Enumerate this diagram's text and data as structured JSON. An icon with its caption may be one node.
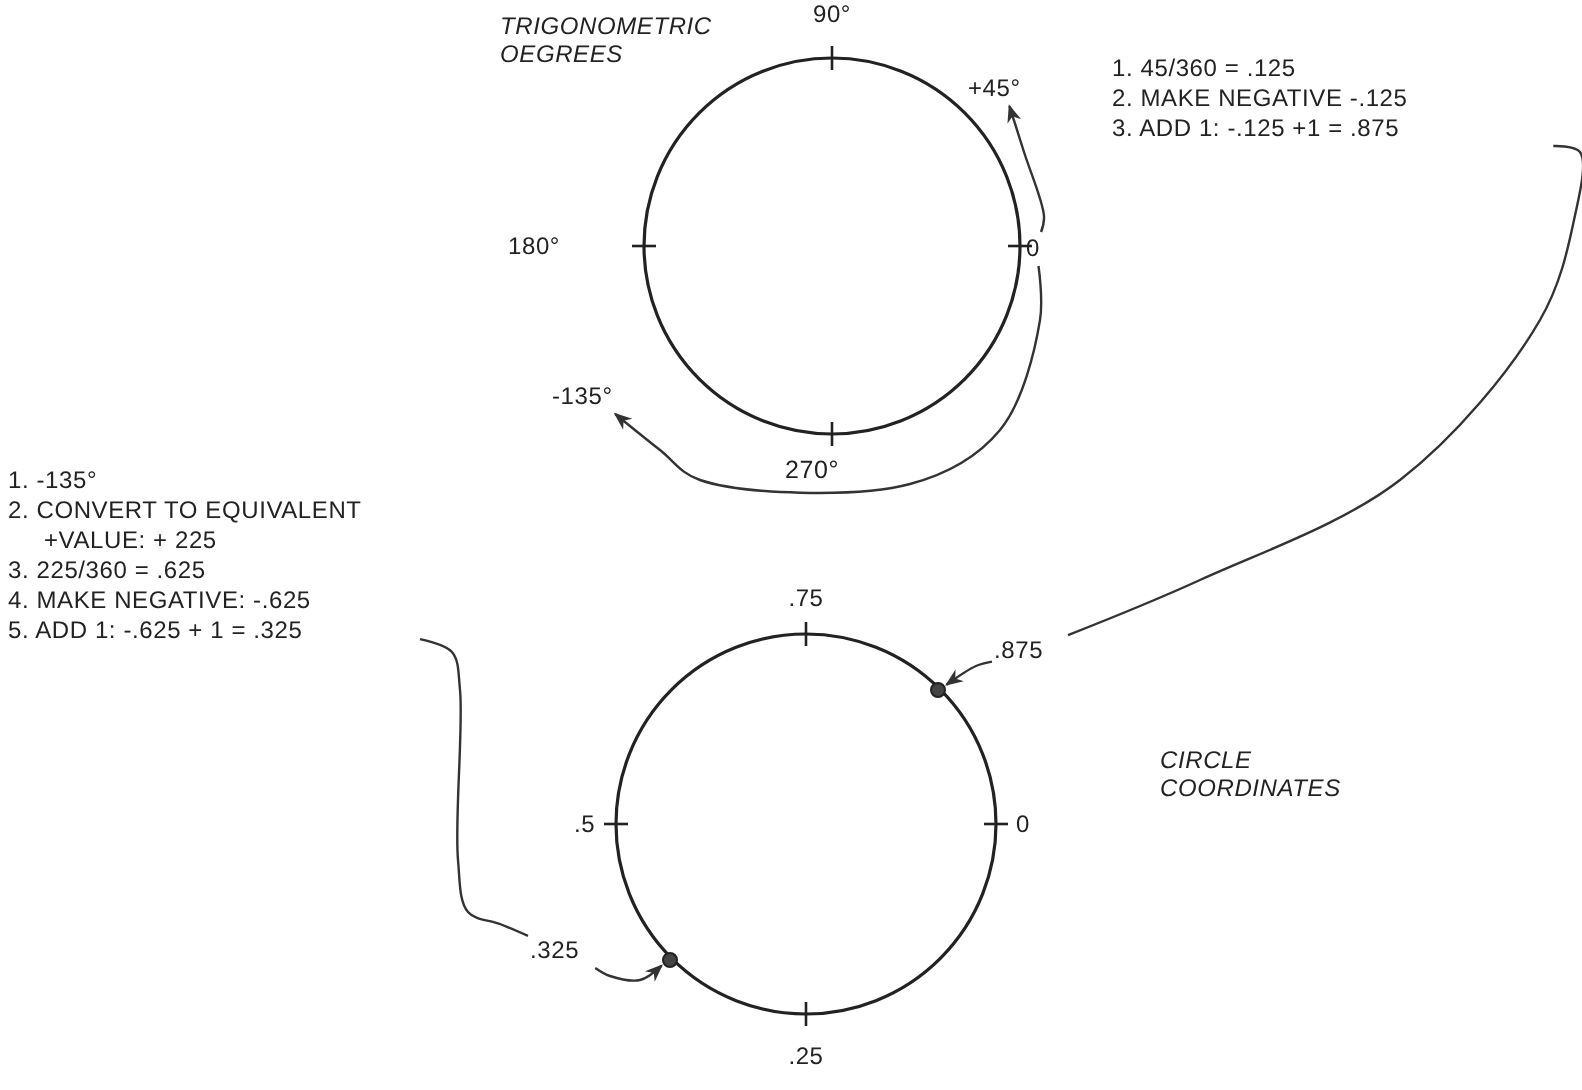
{
  "diagram": {
    "nodes": [
      {
        "text": [
          "1. 45/360 = .125",
          "2. MAKE NEGATIVE -.125",
          "3. ADD 1: -.125 +1 = .875"
        ]
      },
      {
        "text": [],
        "shape": "circle",
        "beside": [
          "90°",
          "180°"
        ]
      },
      {
        "text": [
          "+45°"
        ]
      },
      {
        "text": [
          "0"
        ]
      },
      {
        "text": [
          "-135°"
        ]
      },
      {
        "text": [
          "1. -135°",
          "2. CONVERT TO EQUIVALENT +VALUE: + 225",
          "3. 225/360 = .625",
          "4. MAKE NEGATIVE: -.625",
          "5. ADD 1: -.625 + 1 = .325"
        ]
      },
      {
        "text": [],
        "shape": "circle",
        "beside": [
          ".75",
          ".5",
          "0",
          ".25"
        ]
      },
      {
        "text": [
          ".875"
        ]
      },
      {
        "text": [],
        "shape": "circle",
        "in": 6
      },
      {
        "text": [
          ".325"
        ]
      },
      {
        "text": [],
        "shape": "circle",
        "in": 6
      }
    ],
    "edges": [
      {
        "from": 3,
        "to": 2,
        "arrow": "to"
      },
      {
        "from": 3,
        "to": 4,
        "arrow": "to",
        "label": "270°"
      },
      {
        "from": 0,
        "to": 7,
        "arrow": "none"
      },
      {
        "from": 5,
        "to": 9,
        "arrow": "none"
      },
      {
        "from": 7,
        "to": 8,
        "arrow": "to"
      },
      {
        "from": 9,
        "to": 10,
        "arrow": "to"
      }
    ],
    "labels": [
      "TRIGONOMETRIC OEGREES",
      "CIRCLE COORDINATES"
    ]
  }
}
